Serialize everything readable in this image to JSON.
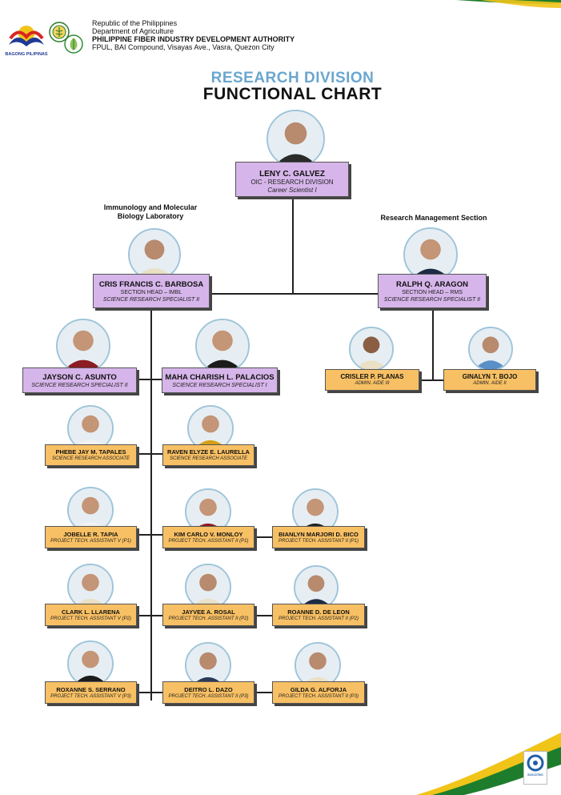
{
  "header": {
    "line1": "Republic of the Philippines",
    "line2": "Department of Agriculture",
    "line3": "PHILIPPINE FIBER INDUSTRY DEVELOPMENT AUTHORITY",
    "line4": "FPUL, BAI Compound, Visayas Ave., Vasra, Quezon City",
    "logo_text": "BAGONG PILIPINAS",
    "colors": {
      "accent_blue": "#6aa6cf",
      "purple_box": "#d6b5ea",
      "orange_box": "#f8c064",
      "green": "#1e7d2c",
      "yellow": "#f0c419"
    }
  },
  "title": {
    "line1": "RESEARCH DIVISION",
    "line2": "FUNCTIONAL CHART"
  },
  "sections": {
    "imbl": "Immunology and Molecular Biology Laboratory",
    "rms": "Research Management Section"
  },
  "people": {
    "galvez": {
      "name": "LENY C. GALVEZ",
      "role1": "OIC - RESEARCH DIVISION",
      "role2": "Career Scientist I"
    },
    "barbosa": {
      "name": "CRIS FRANCIS C. BARBOSA",
      "role1": "SECTION HEAD – IMBL",
      "role2": "SCIENCE RESEARCH SPECIALIST II"
    },
    "aragon": {
      "name": "RALPH Q. ARAGON",
      "role1": "SECTION HEAD – RMS",
      "role2": "SCIENCE RESEARCH SPECIALIST II"
    },
    "asunto": {
      "name": "JAYSON C. ASUNTO",
      "role1": "SCIENCE RESEARCH SPECIALIST II"
    },
    "palacios": {
      "name": "MAHA CHARISH L. PALACIOS",
      "role1": "SCIENCE RESEARCH SPECIALIST I"
    },
    "planas": {
      "name": "CRISLER P. PLANAS",
      "role1": "ADMIN. AIDE III"
    },
    "bojo": {
      "name": "GINALYN T. BOJO",
      "role1": "ADMIN. AIDE II"
    },
    "tapales": {
      "name": "PHEBE JAY M. TAPALES",
      "role1": "SCIENCE RESEARCH ASSOCIATE"
    },
    "laurella": {
      "name": "RAVEN ELYZE E. LAURELLA",
      "role1": "SCIENCE RESEARCH ASSOCIATE"
    },
    "tapia": {
      "name": "JOBELLE R. TAPIA",
      "role1": "PROJECT TECH. ASSISTANT V (P1)"
    },
    "monloy": {
      "name": "KIM CARLO V. MONLOY",
      "role1": "PROJECT TECH. ASSISTANT II (P1)"
    },
    "bico": {
      "name": "BIANLYN MARJORI D. BICO",
      "role1": "PROJECT TECH. ASSISTANT II (P1)"
    },
    "llarena": {
      "name": "CLARK L. LLARENA",
      "role1": "PROJECT TECH. ASSISTANT V (P2)"
    },
    "rosal": {
      "name": "JAYVEE A. ROSAL",
      "role1": "PROJECT TECH. ASSISTANT II (P2)"
    },
    "deleon": {
      "name": "ROANNE D. DE LEON",
      "role1": "PROJECT TECH. ASSISTANT II (P2)"
    },
    "serrano": {
      "name": "ROXANNE S. SERRANO",
      "role1": "PROJECT TECH. ASSISTANT V (P3)"
    },
    "dazo": {
      "name": "DEITRO L. DAZO",
      "role1": "PROJECT TECH. ASSISTANT II (P3)"
    },
    "alforja": {
      "name": "GILDA G. ALFORJA",
      "role1": "PROJECT TECH. ASSISTANT II (P3)"
    }
  },
  "footer": {
    "cert_label": "SOCOTEC"
  }
}
